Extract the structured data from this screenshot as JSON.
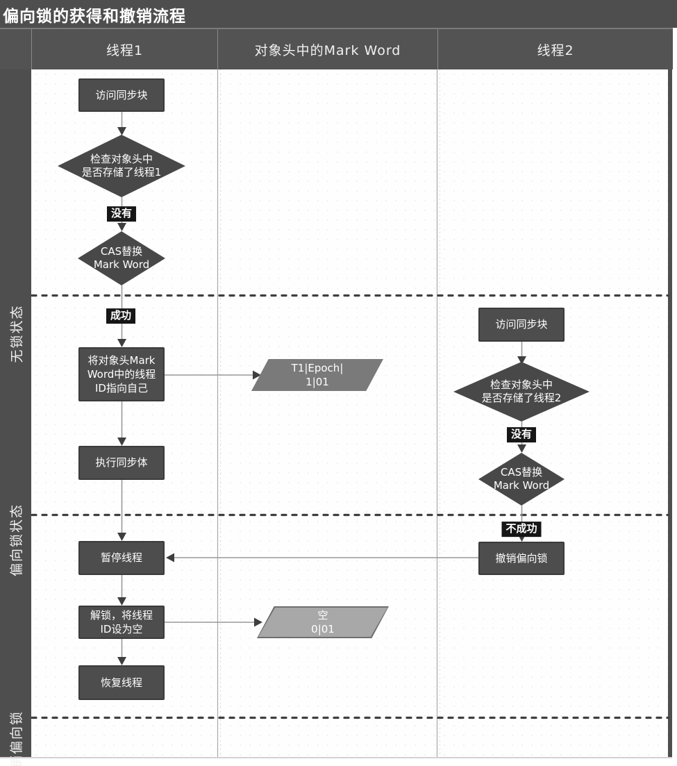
{
  "title": "偏向锁的获得和撤销流程",
  "header": {
    "col1": "线程1",
    "col2": "对象头中的Mark Word",
    "col3": "线程2"
  },
  "sidebar": {
    "section1": "无锁状态",
    "section2": "偏向锁状态",
    "section3": "撤销偏向锁"
  },
  "thread1": {
    "access_sync_block": "访问同步块",
    "check_header_line1": "检查对象头中",
    "check_header_line2": "是否存储了线程1",
    "no_label": "没有",
    "cas_line1": "CAS替换",
    "cas_line2": "Mark Word",
    "success_label": "成功",
    "set_id_line1": "将对象头Mark",
    "set_id_line2": "Word中的线程",
    "set_id_line3": "ID指向自己",
    "exec_sync_body": "执行同步体",
    "pause_thread": "暂停线程",
    "unlock_line1": "解锁，将线程",
    "unlock_line2": "ID设为空",
    "resume_thread": "恢复线程"
  },
  "mark_word": {
    "biased_line1": "T1|Epoch|",
    "biased_line2": "1|01",
    "empty_line1": "空",
    "empty_line2": "0|01"
  },
  "thread2": {
    "access_sync_block": "访问同步块",
    "check_header_line1": "检查对象头中",
    "check_header_line2": "是否存储了线程2",
    "no_label": "没有",
    "cas_line1": "CAS替换",
    "cas_line2": "Mark Word",
    "fail_label": "不成功",
    "revoke_biased_lock": "撤销偏向锁"
  },
  "colors": {
    "frame_bg": "#4e4e4e",
    "node_fill": "#4d4d4d",
    "badge_bg": "#161616",
    "markword_biased_fill": "#7a7a7a",
    "markword_empty_fill": "#a8a8a8",
    "arrow_line": "#999999",
    "arrow_head": "#3e3e3e",
    "canvas_bg": "#ffffff"
  }
}
